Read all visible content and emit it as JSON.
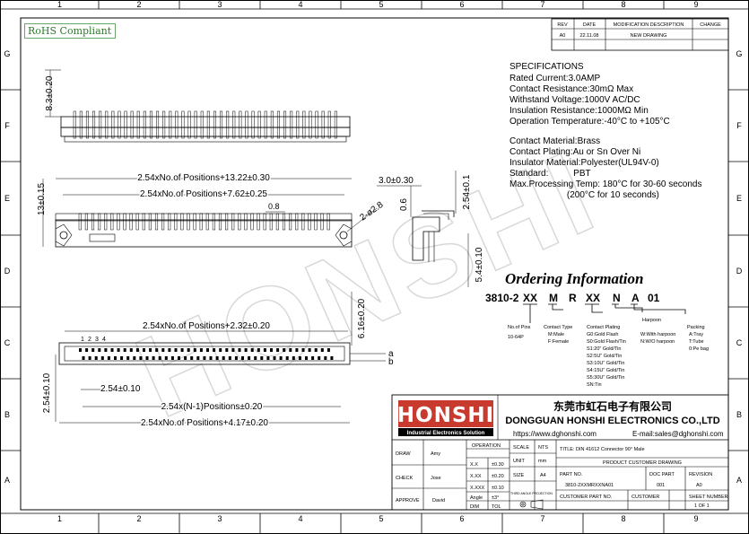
{
  "rohs": "RoHS Compliant",
  "grid": {
    "cols": [
      "1",
      "2",
      "3",
      "4",
      "5",
      "6",
      "7",
      "8",
      "9"
    ],
    "rows": [
      "G",
      "F",
      "E",
      "D",
      "C",
      "B",
      "A"
    ]
  },
  "revision_table": {
    "headers": [
      "REV",
      "DATE",
      "MODIFICATION DESCRIPTION",
      "CHANGE"
    ],
    "rows": [
      [
        "A0",
        "22.11.08",
        "NEW DRAWING",
        ""
      ]
    ]
  },
  "specifications": {
    "title": "SPECIFICATIONS",
    "lines": [
      "Rated Current:3.0AMP",
      "Contact Resistance:30mΩ Max",
      "Withstand Voltage:1000V AC/DC",
      "Insulation Resistance:1000MΩ Min",
      "Operation Temperature:-40°C to +105°C"
    ],
    "material_lines": [
      "Contact Material:Brass",
      "Contact Plating:Au or Sn Over Ni",
      "Insulator Material:Polyester(UL94V-0)",
      "Standard:          PBT",
      "Max.Processing Temp: 180°C for 30-60 seconds",
      "                       (200°C for 10 seconds)"
    ]
  },
  "ordering": {
    "title": "Ordering Information",
    "code": [
      "3810-2",
      "XX",
      "M",
      "R",
      "XX",
      "N",
      "A",
      "01"
    ],
    "no_of_pins": {
      "label": "No.of Pins",
      "value": "10-64P"
    },
    "contact_type": {
      "label": "Contact Type",
      "values": [
        "M:Male",
        "F:Female"
      ]
    },
    "contact_plating": {
      "label": "Contact Plating",
      "values": [
        "G0:Gold Flash",
        "S0:Gold Flash/Tin",
        "S1:20\" Gold/Tin",
        "S2:5U\" Gold/Tin",
        "S3:10U\" Gold/Tin",
        "S4:15U\" Gold/Tin",
        "S5:30U\" Gold/Tin",
        "SN:Tin"
      ]
    },
    "harpoon": {
      "label": "Harpoon",
      "values": [
        "W:With harpoon",
        "N:W/O harpoon"
      ]
    },
    "packing": {
      "label": "Packing",
      "values": [
        "A:Tray",
        "T:Tube",
        "0:Pe bag"
      ]
    }
  },
  "dimensions": {
    "top_height": "8.3±0.20",
    "front_total": "2.54xNo.of Positions+13.22±0.30",
    "front_mount": "2.54xNo.of Positions+7.62±0.25",
    "front_height": "13±0.15",
    "pin_08": "0.8",
    "hole": "2-ø2.8",
    "side_30": "3.0±0.30",
    "side_06": "0.6",
    "side_254": "2.54±0.1",
    "side_54": "5.4±0.10",
    "bottom_width": "2.54xNo.of Positions+2.32±0.20",
    "bottom_616": "6.16±0.20",
    "pitch": "2.54±0.10",
    "row_pitch": "2.54±0.10",
    "n1": "2.54x(N-1)Positions±0.20",
    "bottom_total": "2.54xNo.of Positions+4.17±0.20",
    "pin_nums": [
      "1",
      "2",
      "3",
      "4"
    ],
    "row_a": "a",
    "row_b": "b"
  },
  "company": {
    "logo": "HONSHI",
    "logo_sub": "Industrial Electronics Solution",
    "name_cn": "东莞市虹石电子有限公司",
    "name_en": "DONGGUAN HONSHI ELECTRONICS CO.,LTD",
    "web": "https://www.dghonshi.com",
    "email": "E-mail:sales@dghonshi.com"
  },
  "title_block": {
    "draw_label": "DRAW",
    "draw_name": "Amy",
    "check_label": "CHECK",
    "check_name": "Jose",
    "approve_label": "APPROVE",
    "approve_name": "David",
    "operation": "OPERATION",
    "tol": [
      [
        "X.X",
        "±0.30"
      ],
      [
        "X.XX",
        "±0.20"
      ],
      [
        "X.XXX",
        "±0.10"
      ],
      [
        "Angle",
        "±3°"
      ]
    ],
    "dim": "DIM",
    "tol_label": "TOL",
    "scale_label": "SCALE",
    "scale_value": "NTS",
    "unit_label": "UNIT",
    "unit_value": "mm",
    "size_label": "SIZE",
    "size_value": "A4",
    "third_angle": "THIRD ANGLE PROJECTION",
    "title": "TITLE: DIN 41612 Connector 90° Male",
    "doc_title": "PRODUCT CUSTOMER DRAWING",
    "part_no_label": "PART NO.",
    "part_no": "3810-2XXMRXXNA01",
    "doc_part_label": "DOC PART",
    "doc_part": "001",
    "revision_label": "REVISION",
    "revision": "A0",
    "customer_part_label": "CUSTOMER PART NO.",
    "customer_label": "CUSTOMER",
    "sheet_label": "SHEET NUMBER",
    "sheet": "1 OF 1"
  },
  "watermark": "HONSHI"
}
